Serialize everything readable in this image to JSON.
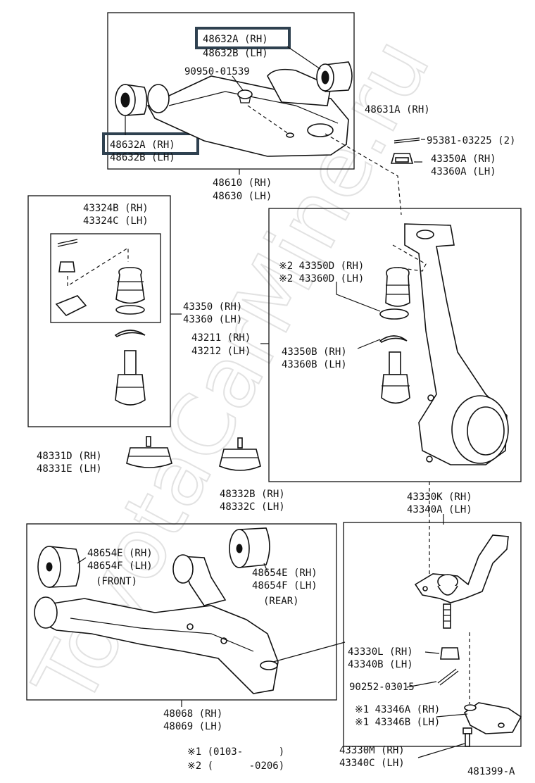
{
  "watermark": "ToyotaCarMine.ru",
  "labels": {
    "upper_bushing_rh_top": "48632A (RH)",
    "upper_bushing_lh_top": "48632B (LH)",
    "bolt_plug": "90950-01539",
    "upper_bushing_rh_left": "48632A (RH)",
    "upper_bushing_lh_left": "48632B (LH)",
    "upper_arm_rh": "48610 (RH)",
    "upper_arm_lh": "48630 (LH)",
    "upper_arm_sub_rh": "48631A (RH)",
    "cotter_pin": "95381-03225 (2)",
    "nut_rh": "43350A (RH)",
    "nut_lh": "43360A (LH)",
    "balljoint_kit_rh": "43324B (RH)",
    "balljoint_kit_lh": "43324C (LH)",
    "upper_balljoint_rh": "43350 (RH)",
    "upper_balljoint_lh": "43360 (LH)",
    "knuckle_rh": "43211 (RH)",
    "knuckle_lh": "43212 (LH)",
    "boot_rh": "※2 43350D (RH)",
    "boot_lh": "※2 43360D (LH)",
    "ring_rh": "43350B (RH)",
    "ring_lh": "43360B (LH)",
    "bumper_d_rh": "48331D (RH)",
    "bumper_e_lh": "48331E (LH)",
    "bumper_b_rh": "48332B (RH)",
    "bumper_c_lh": "48332C (LH)",
    "lower_balljoint_rh": "43330K (RH)",
    "lower_balljoint_lh": "43340A (LH)",
    "lower_bushing_front_rh": "48654E (RH)",
    "lower_bushing_front_lh": "48654F (LH)",
    "front": "(FRONT)",
    "lower_bushing_rear_rh": "48654E (RH)",
    "lower_bushing_rear_lh": "48654F (LH)",
    "rear": "(REAR)",
    "nut_l_rh": "43330L (RH)",
    "nut_b_lh": "43340B (LH)",
    "pin": "90252-03015",
    "cover_rh": "※1 43346A (RH)",
    "cover_lh": "※1 43346B (LH)",
    "lower_arm_rh": "48068 (RH)",
    "lower_arm_lh": "48069 (LH)",
    "bolt_rh": "43330M (RH)",
    "bolt_lh": "43340C (LH)",
    "note1": "※1 (0103-      )",
    "note2": "※2 (      -0206)",
    "ref_code": "481399-A"
  }
}
